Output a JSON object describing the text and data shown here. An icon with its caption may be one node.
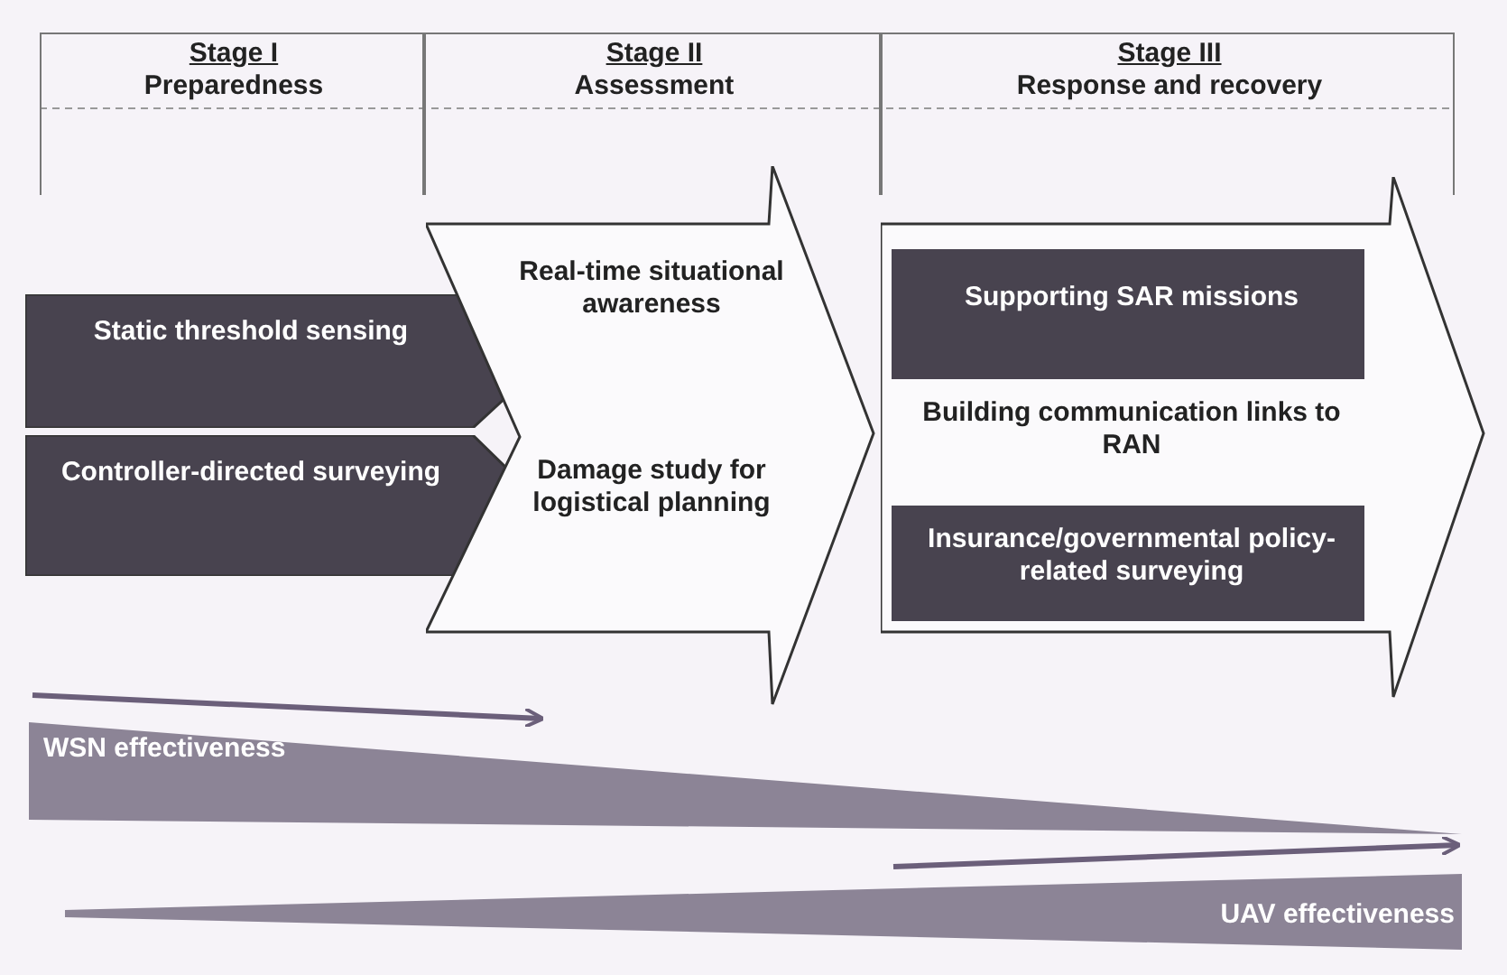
{
  "diagram": {
    "nodes": [
      {
        "text": [
          "Stage I",
          "Preparedness"
        ]
      },
      {
        "text": [
          "Stage II",
          "Assessment"
        ]
      },
      {
        "text": [
          "Stage III",
          "Response and recovery"
        ]
      },
      {
        "text": [
          "Static threshold sensing"
        ]
      },
      {
        "text": [
          "Controller-directed surveying"
        ]
      },
      {
        "text": [
          "Real-time situational awareness",
          "Damage study for logistical planning"
        ]
      },
      {
        "text": [
          "Supporting SAR missions",
          "Building communication links to RAN",
          "Insurance/governmental policy-related surveying"
        ]
      },
      {
        "text": [
          "WSN effectiveness"
        ]
      },
      {
        "text": [
          "UAV effectiveness"
        ]
      }
    ],
    "edges": []
  }
}
